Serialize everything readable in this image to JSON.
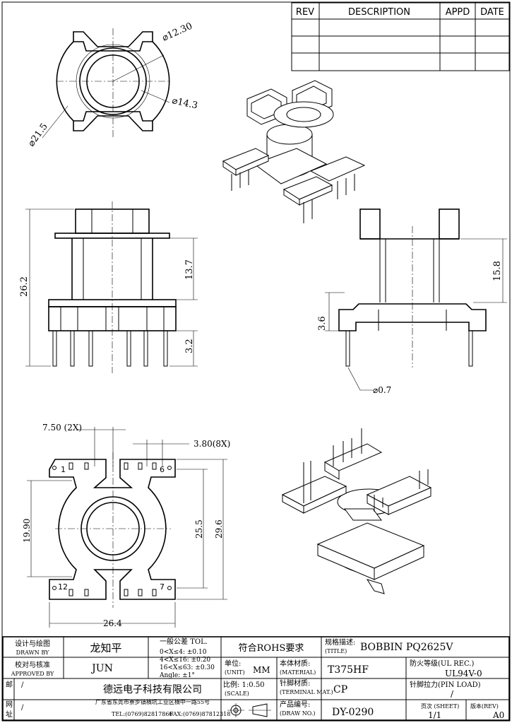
{
  "revision_table": {
    "headers": [
      "REV",
      "DESCRIPTION",
      "APPD",
      "DATE"
    ],
    "rows": [
      [
        "",
        "",
        "",
        ""
      ],
      [
        "",
        "",
        "",
        ""
      ],
      [
        "",
        "",
        "",
        ""
      ]
    ]
  },
  "dimensions": {
    "top_inner_dia": "⌀12.30",
    "top_mid_dia": "⌀14.3",
    "top_outer_dia": "⌀21.5",
    "height_total": "26.2",
    "winding_height": "13.7",
    "pin_length": "3.2",
    "side_window": "15.8",
    "side_base": "3.6",
    "pin_dia": "⌀0.7",
    "pin_pitch_a": "7.50 (2X)",
    "pin_pitch_b": "3.80(8X)",
    "width_199": "19.90",
    "width_255": "25.5",
    "width_296": "29.6",
    "width_264": "26.4",
    "pin_labels": [
      "1",
      "6",
      "12",
      "7"
    ]
  },
  "title_block": {
    "designer_label": "设计与绘图",
    "designer_label_en": "DRAWN BY",
    "designer_value": "龙知平",
    "approver_label": "校对与核准",
    "approver_label_en": "APPROVED BY",
    "approver_value": "JUN",
    "tolerance_title": "一般公差 TOL.",
    "tolerance_lines": [
      "0<X≤4: ±0.10",
      "4<X≤16: ±0.20",
      "16<X≤63: ±0.30",
      "Angle: ±1°"
    ],
    "rohs": "符合ROHS要求",
    "spec_label": "规格描述:",
    "spec_label_en": "(TITLE)",
    "spec_value": "BOBBIN PQ2625V",
    "unit_label": "单位:",
    "unit_label_en": "(UNIT)",
    "unit_value": "MM",
    "material_label": "本体材质:",
    "material_label_en": "(MATERIAL)",
    "material_value": "T375HF",
    "fire_label": "防火等级(UL REC.)",
    "fire_value": "UL94V-0",
    "mail_label": "邮",
    "net_label": "网",
    "addr_label": "址",
    "slash": "/",
    "company_name": "德远电子科技有限公司",
    "company_address": "广东省东莞市寮步镇横坑工业区横中一路55号",
    "tel": "TEL:(0769)82817866",
    "fax": "FAX:(0769)87812318",
    "scale_label": "比例: 1:0.50",
    "scale_label_en": "(SCALE)",
    "terminal_label": "针脚材质:",
    "terminal_label_en": "(TERMINAL MAT.)",
    "terminal_value": "CP",
    "pin_load_label": "针脚拉力(PIN LOAD)",
    "pin_load_value": "/",
    "drawno_label": "产品编号:",
    "drawno_label_en": "(DRAW NO.)",
    "drawno_value": "DY-0290",
    "sheet_label": "页次 (SHEET)",
    "sheet_value": "1/1",
    "rev_label": "版本(REV)",
    "rev_value": "A0"
  }
}
